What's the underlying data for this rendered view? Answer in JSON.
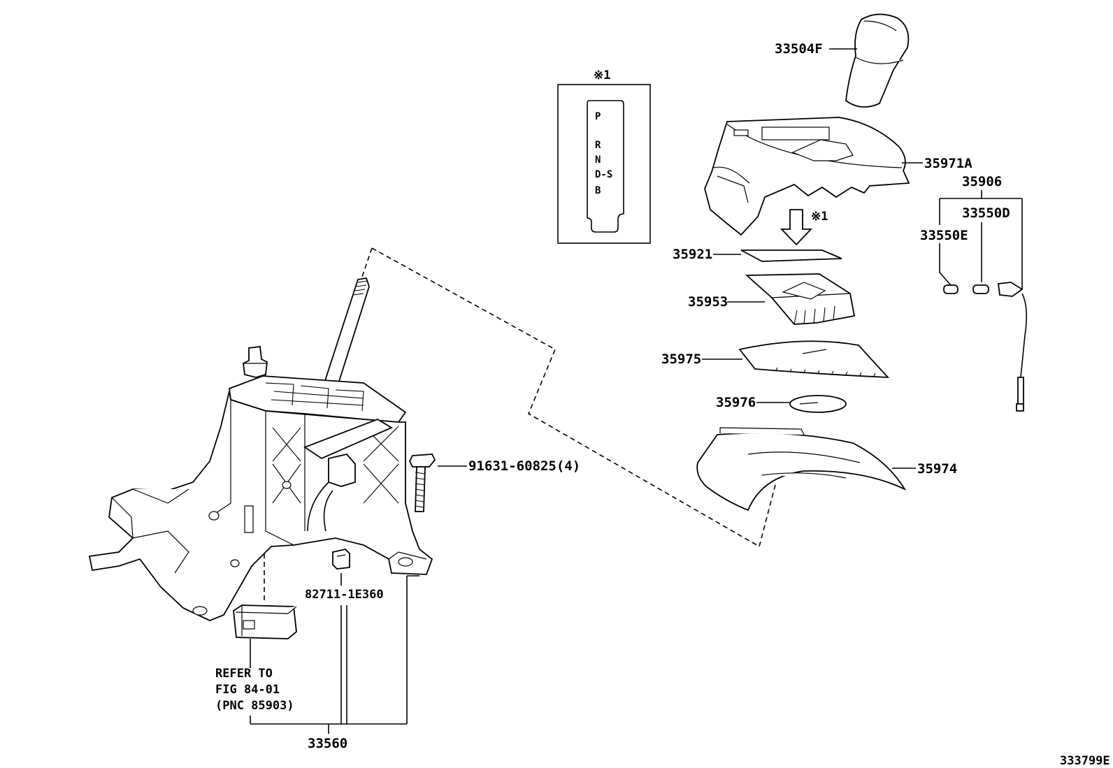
{
  "figure_code": "333799E",
  "note_mark": "※1",
  "gate": {
    "positions": [
      "P",
      "R",
      "N",
      "D-S",
      "B"
    ]
  },
  "labels": {
    "knob": "33504F",
    "bezel": "35971A",
    "indicator_assy": "35906",
    "bulb_d": "33550D",
    "bulb_e": "33550E",
    "indicator_plate": "35921",
    "housing": "35953",
    "slide_cover": "35975",
    "disc": "35976",
    "lower_cover": "35974",
    "bolt": "91631-60825(4)",
    "clip": "82711-1E360",
    "refer_line1": "REFER TO",
    "refer_line2": "FIG 84-01",
    "refer_line3": "(PNC 85903)",
    "shifter_assy": "33560"
  }
}
